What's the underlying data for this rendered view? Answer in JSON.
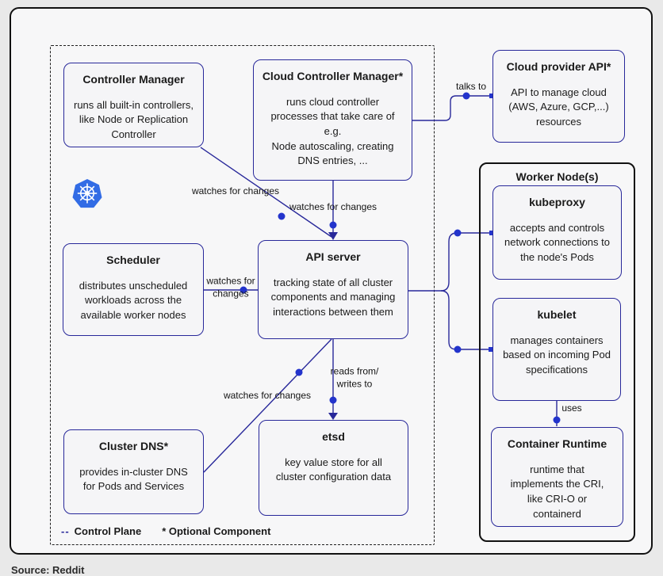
{
  "colors": {
    "accent": "#28289a",
    "dot": "#2334cc",
    "box_fill": "#f5f5f7",
    "kubernetes_blue": "#326ce5"
  },
  "nodes": {
    "controller_manager": {
      "title": "Controller Manager",
      "body": "runs all built-in controllers,\nlike Node or Replication\nController"
    },
    "cloud_controller_manager": {
      "title": "Cloud Controller Manager*",
      "body": "runs cloud controller\nprocesses that take care of\ne.g.\nNode autoscaling, creating\nDNS entries, ..."
    },
    "scheduler": {
      "title": "Scheduler",
      "body": "distributes unscheduled\nworkloads across the\navailable worker nodes"
    },
    "api_server": {
      "title": "API server",
      "body": "tracking state of all cluster\ncomponents and managing\ninteractions between them"
    },
    "cluster_dns": {
      "title": "Cluster DNS*",
      "body": "provides in-cluster DNS\nfor Pods and Services"
    },
    "etsd": {
      "title": "etsd",
      "body": "key value store for all\ncluster configuration data"
    },
    "cloud_provider_api": {
      "title": "Cloud provider API*",
      "body": "API to manage cloud\n(AWS, Azure, GCP,...)\nresources"
    },
    "worker_nodes": {
      "title": "Worker Node(s)"
    },
    "kubeproxy": {
      "title": "kubeproxy",
      "body": "accepts and controls\nnetwork connections to\nthe node's Pods"
    },
    "kubelet": {
      "title": "kubelet",
      "body": "manages containers\nbased on incoming Pod\nspecifications"
    },
    "container_runtime": {
      "title": "Container Runtime",
      "body": "runtime that\nimplements the CRI,\nlike CRI-O or\ncontainerd"
    }
  },
  "edge_labels": {
    "cm_watches": "watches for changes",
    "ccm_watches": "watches for changes",
    "scheduler_watches": "watches for\nchanges",
    "api_reads_writes": "reads from/\nwrites to",
    "dns_watches": "watches for changes",
    "talks_to": "talks to",
    "uses": "uses"
  },
  "legend": {
    "dashes": "--",
    "control_plane": "Control Plane",
    "optional_component": "* Optional Component"
  },
  "source_note": "Source: Reddit"
}
